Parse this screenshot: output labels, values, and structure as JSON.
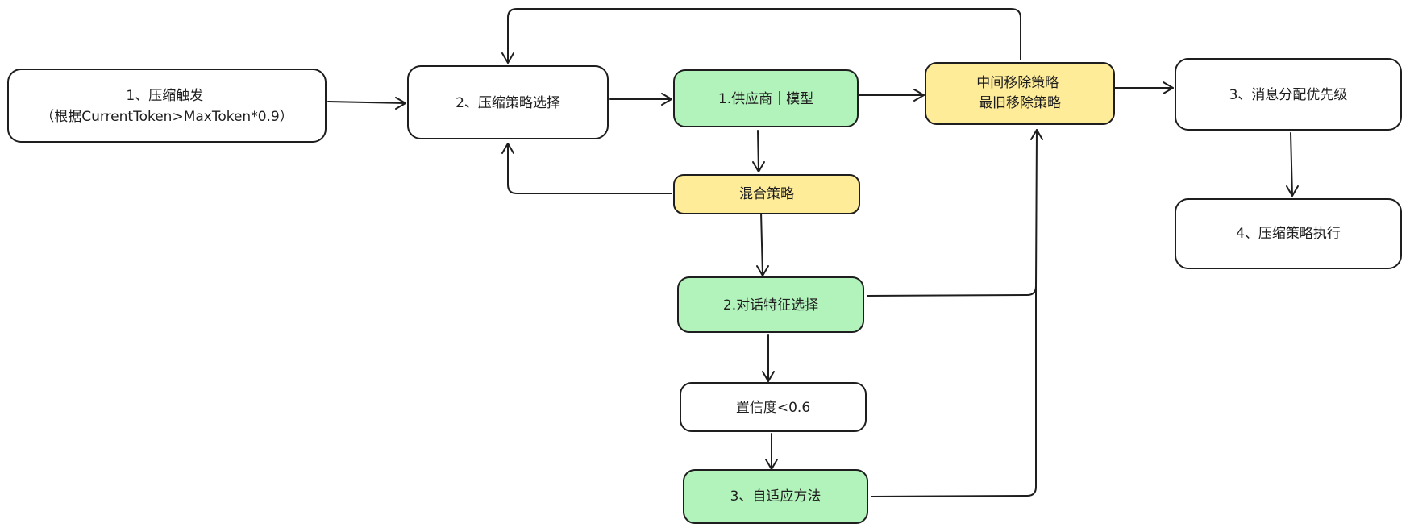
{
  "colors": {
    "white": "#ffffff",
    "green": "#b2f2bb",
    "yellow": "#ffec99",
    "stroke": "#1e1e1e"
  },
  "nodes": {
    "trigger": {
      "lines": [
        "1、压缩触发",
        "（根据CurrentToken>MaxToken*0.9）"
      ],
      "fill": "white"
    },
    "strategy_select": {
      "lines": [
        "2、压缩策略选择"
      ],
      "fill": "white"
    },
    "provider_model": {
      "lines": [
        "1.供应商｜模型"
      ],
      "fill": "green"
    },
    "hybrid_strategy": {
      "lines": [
        "混合策略"
      ],
      "fill": "yellow"
    },
    "dialog_feature": {
      "lines": [
        "2.对话特征选择"
      ],
      "fill": "green"
    },
    "confidence": {
      "lines": [
        "置信度<0.6"
      ],
      "fill": "white"
    },
    "adaptive_method": {
      "lines": [
        "3、自适应方法"
      ],
      "fill": "green"
    },
    "removal_strategies": {
      "lines": [
        "中间移除策略",
        "最旧移除策略"
      ],
      "fill": "yellow"
    },
    "message_priority": {
      "lines": [
        "3、消息分配优先级"
      ],
      "fill": "white"
    },
    "strategy_execute": {
      "lines": [
        "4、压缩策略执行"
      ],
      "fill": "white"
    }
  }
}
